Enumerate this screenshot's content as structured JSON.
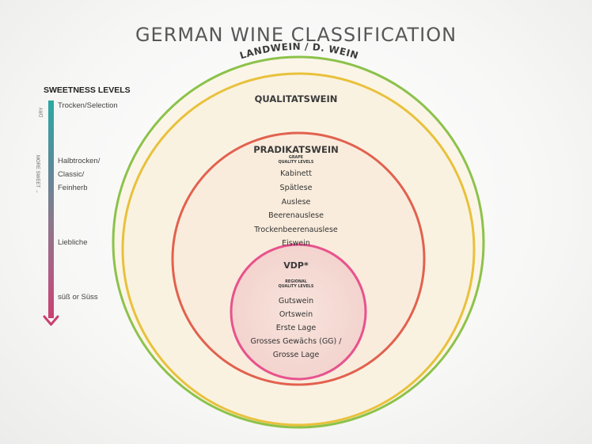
{
  "title": "GERMAN WINE CLASSIFICATION",
  "sweetness": {
    "heading": "SWEETNESS LEVELS",
    "axis_top_label": "DRY",
    "axis_mid_label": "MORE SWEET →",
    "levels": [
      "Trocken/Selection",
      "Halbtrocken/",
      "Classic/",
      "Feinherb",
      "Liebliche",
      "süß or Süss"
    ]
  },
  "rings": {
    "landwein": "LANDWEIN / D. WEIN",
    "qualitatswein": "QUALITATSWEIN",
    "pradikatswein": "PRADIKATSWEIN",
    "grape_quality": [
      "GRAPE",
      "QUALITY LEVELS"
    ],
    "pradikat_levels": [
      "Kabinett",
      "Spätlese",
      "Auslese",
      "Beerenauslese",
      "Trockenbeerenauslese",
      "Eiswein"
    ],
    "vdp": "VDP*",
    "regional_quality": [
      "REGIONAL",
      "QUALITY LEVELS"
    ],
    "vdp_levels": [
      "Gutswein",
      "Ortswein",
      "Erste Lage",
      "Grosses Gewächs (GG) /",
      "Grosse Lage"
    ]
  },
  "colors": {
    "outer_ring": "#8cc24a",
    "quality_ring": "#e8c13c",
    "pradikat_ring": "#e2614f",
    "vdp_ring": "#e8528d",
    "fill": "#faf2e1",
    "arrow": "#c9406f"
  }
}
